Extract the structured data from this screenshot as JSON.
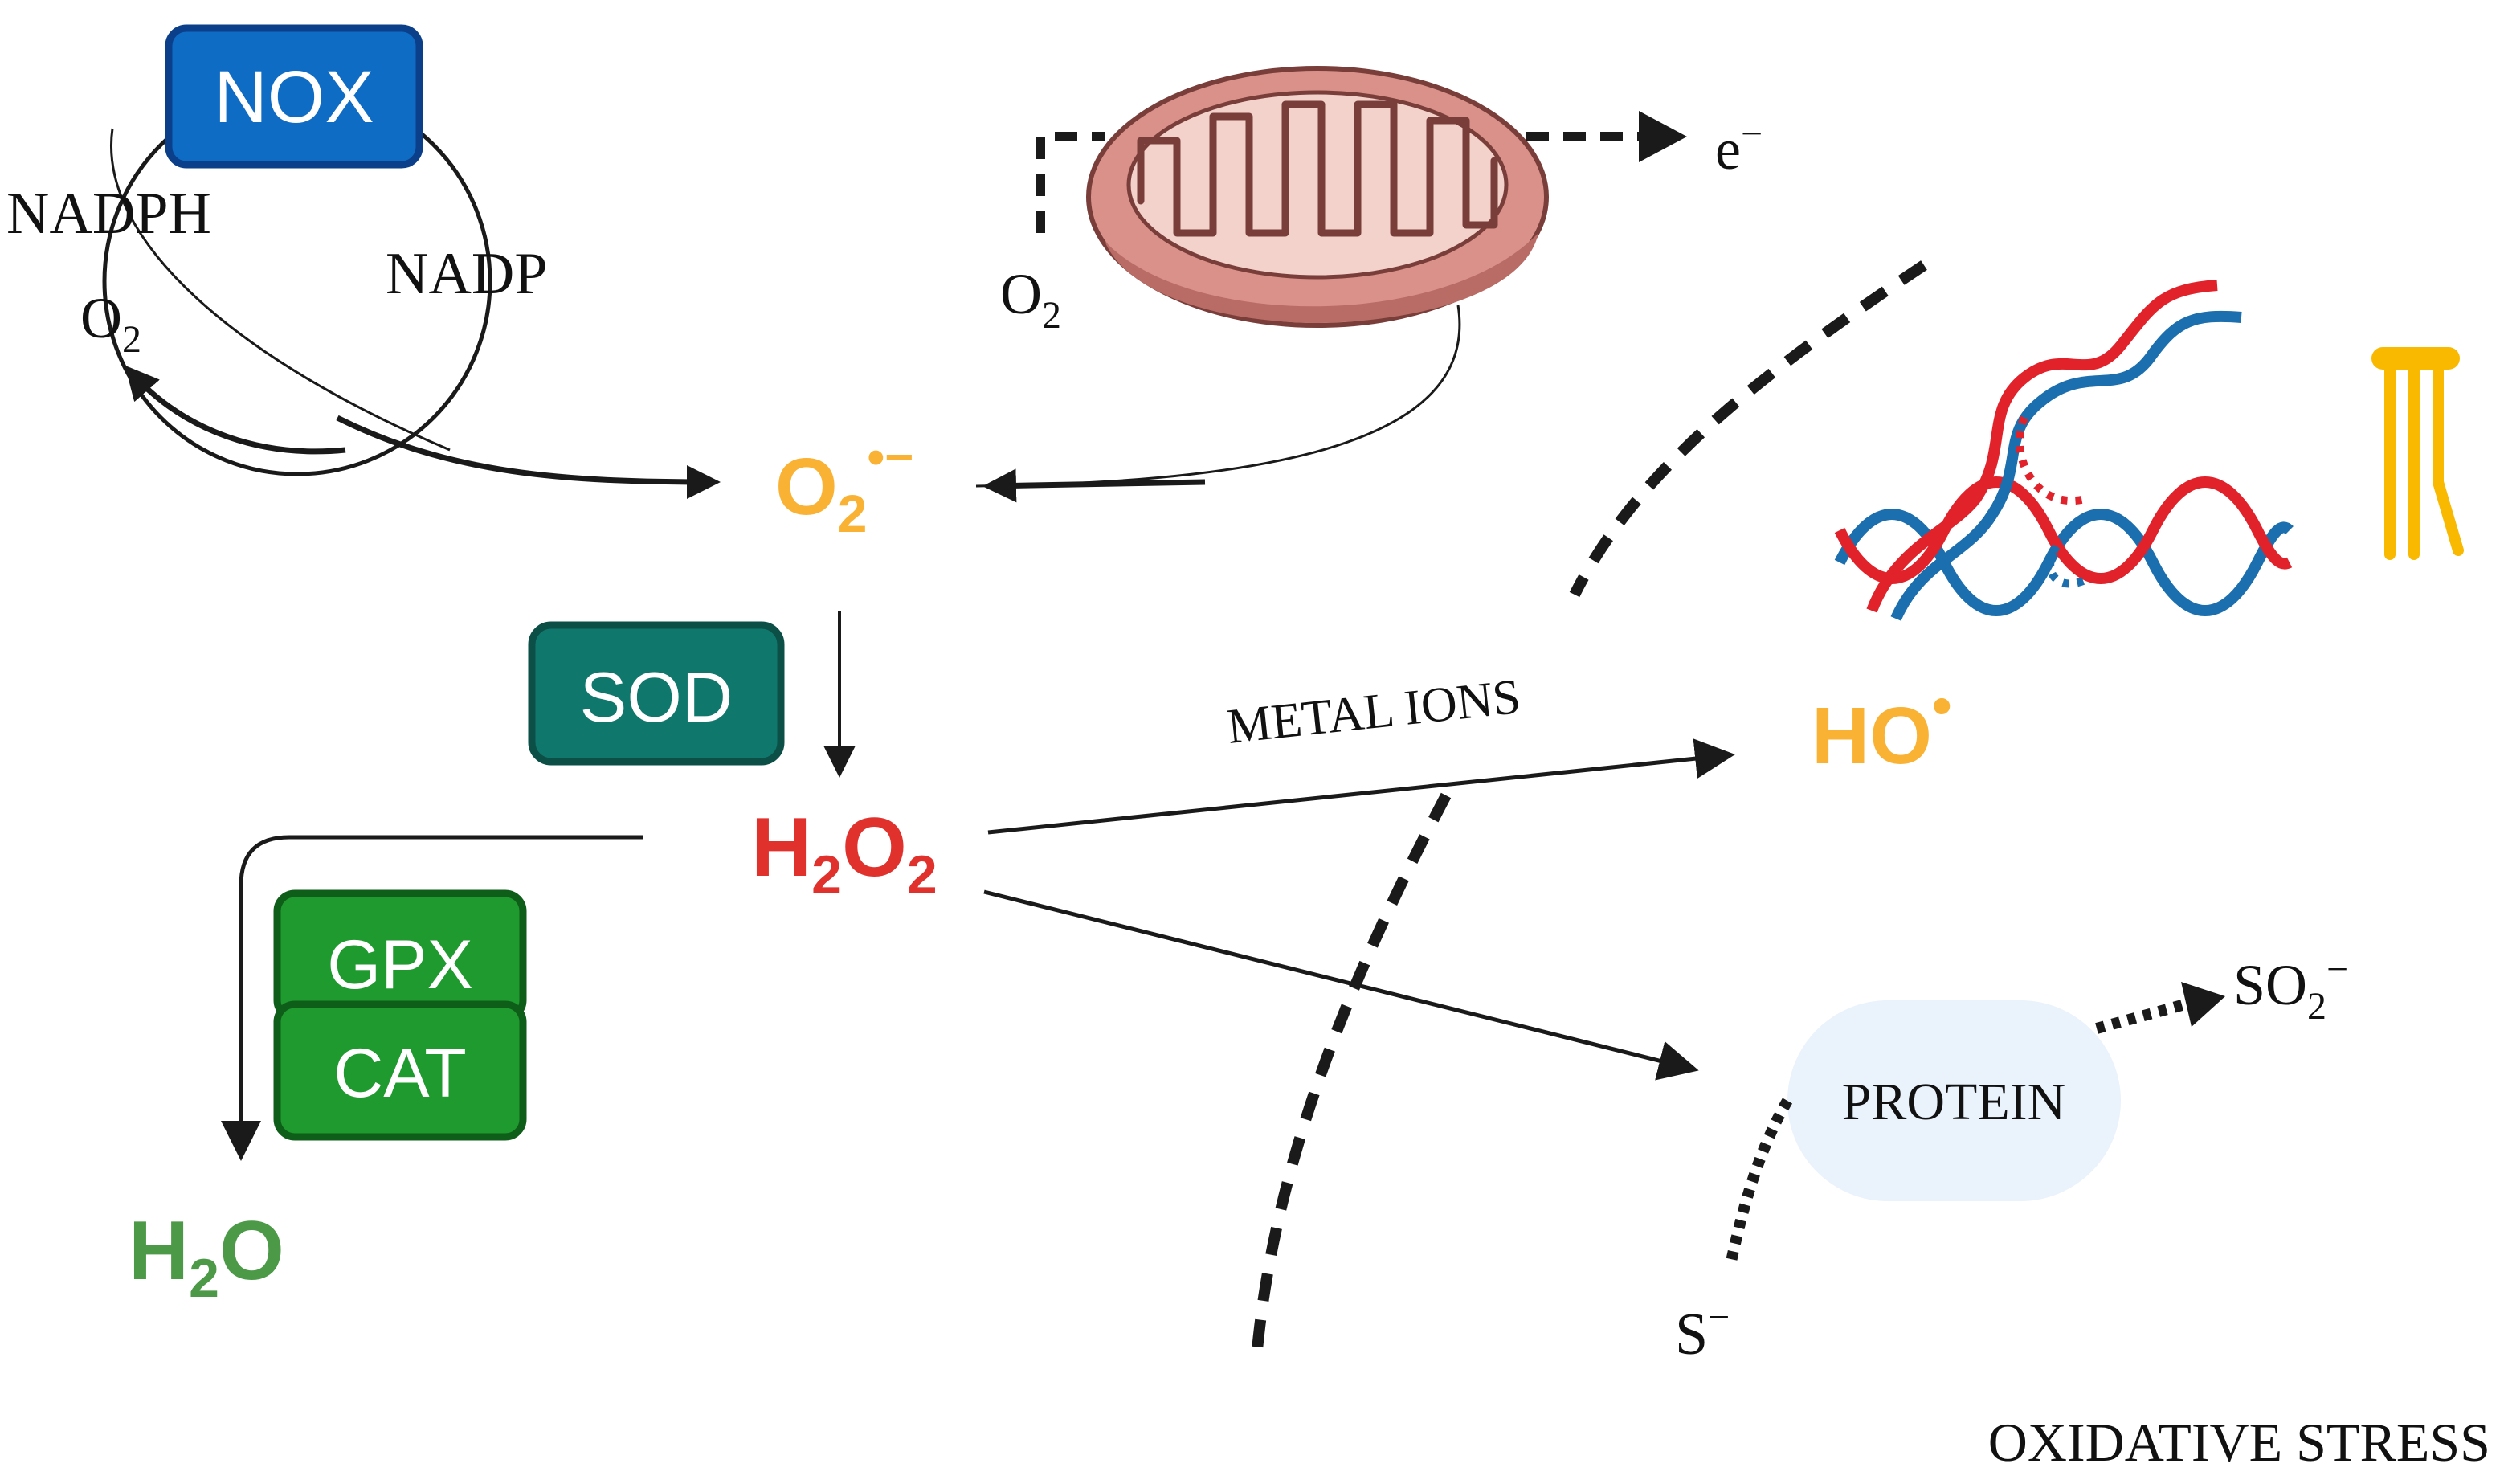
{
  "colors": {
    "nox_fill": "#0F6CC4",
    "nox_border": "#0B3F8A",
    "sod_fill": "#10776C",
    "sod_border": "#0B4F47",
    "gpx_fill": "#1E9A2E",
    "gpx_border": "#0E5E1A",
    "superoxide": "#F9B233",
    "hydrogen_peroxide": "#E0312D",
    "water": "#4C9A48",
    "hydroxyl": "#F9B233",
    "protein_bubble": "#EAF2FC",
    "dna_red": "#E2222A",
    "dna_blue": "#1B6FAE",
    "lipid": "#F9B900",
    "mito_outer": "#D9918A",
    "mito_inner": "#F3D2CB"
  },
  "enzymes": {
    "nox": "NOX",
    "sod": "SOD",
    "gpx": "GPX",
    "cat": "CAT"
  },
  "nox_cycle": {
    "nadph": "NADPH",
    "nadp": "NADP",
    "o2_base": "O",
    "o2_sub": "2"
  },
  "mitochondria": {
    "o2_base": "O",
    "o2_sub": "2",
    "electron_base": "e",
    "electron_sup": "−"
  },
  "species": {
    "superoxide_base": "O",
    "superoxide_sub": "2",
    "superoxide_sup": "•−",
    "h2o2_a": "H",
    "h2o2_sub1": "2",
    "h2o2_b": "O",
    "h2o2_sub2": "2",
    "water_a": "H",
    "water_sub": "2",
    "water_b": "O",
    "hydroxyl_base": "HO",
    "hydroxyl_sup": "•"
  },
  "labels": {
    "metal_ions": "METAL IONS",
    "protein": "PROTEIN",
    "so2_base": "SO",
    "so2_sub": "2",
    "so2_sup": "−",
    "s_base": "S",
    "s_sup": "−",
    "oxidative_stress": "OXIDATIVE STRESS"
  }
}
